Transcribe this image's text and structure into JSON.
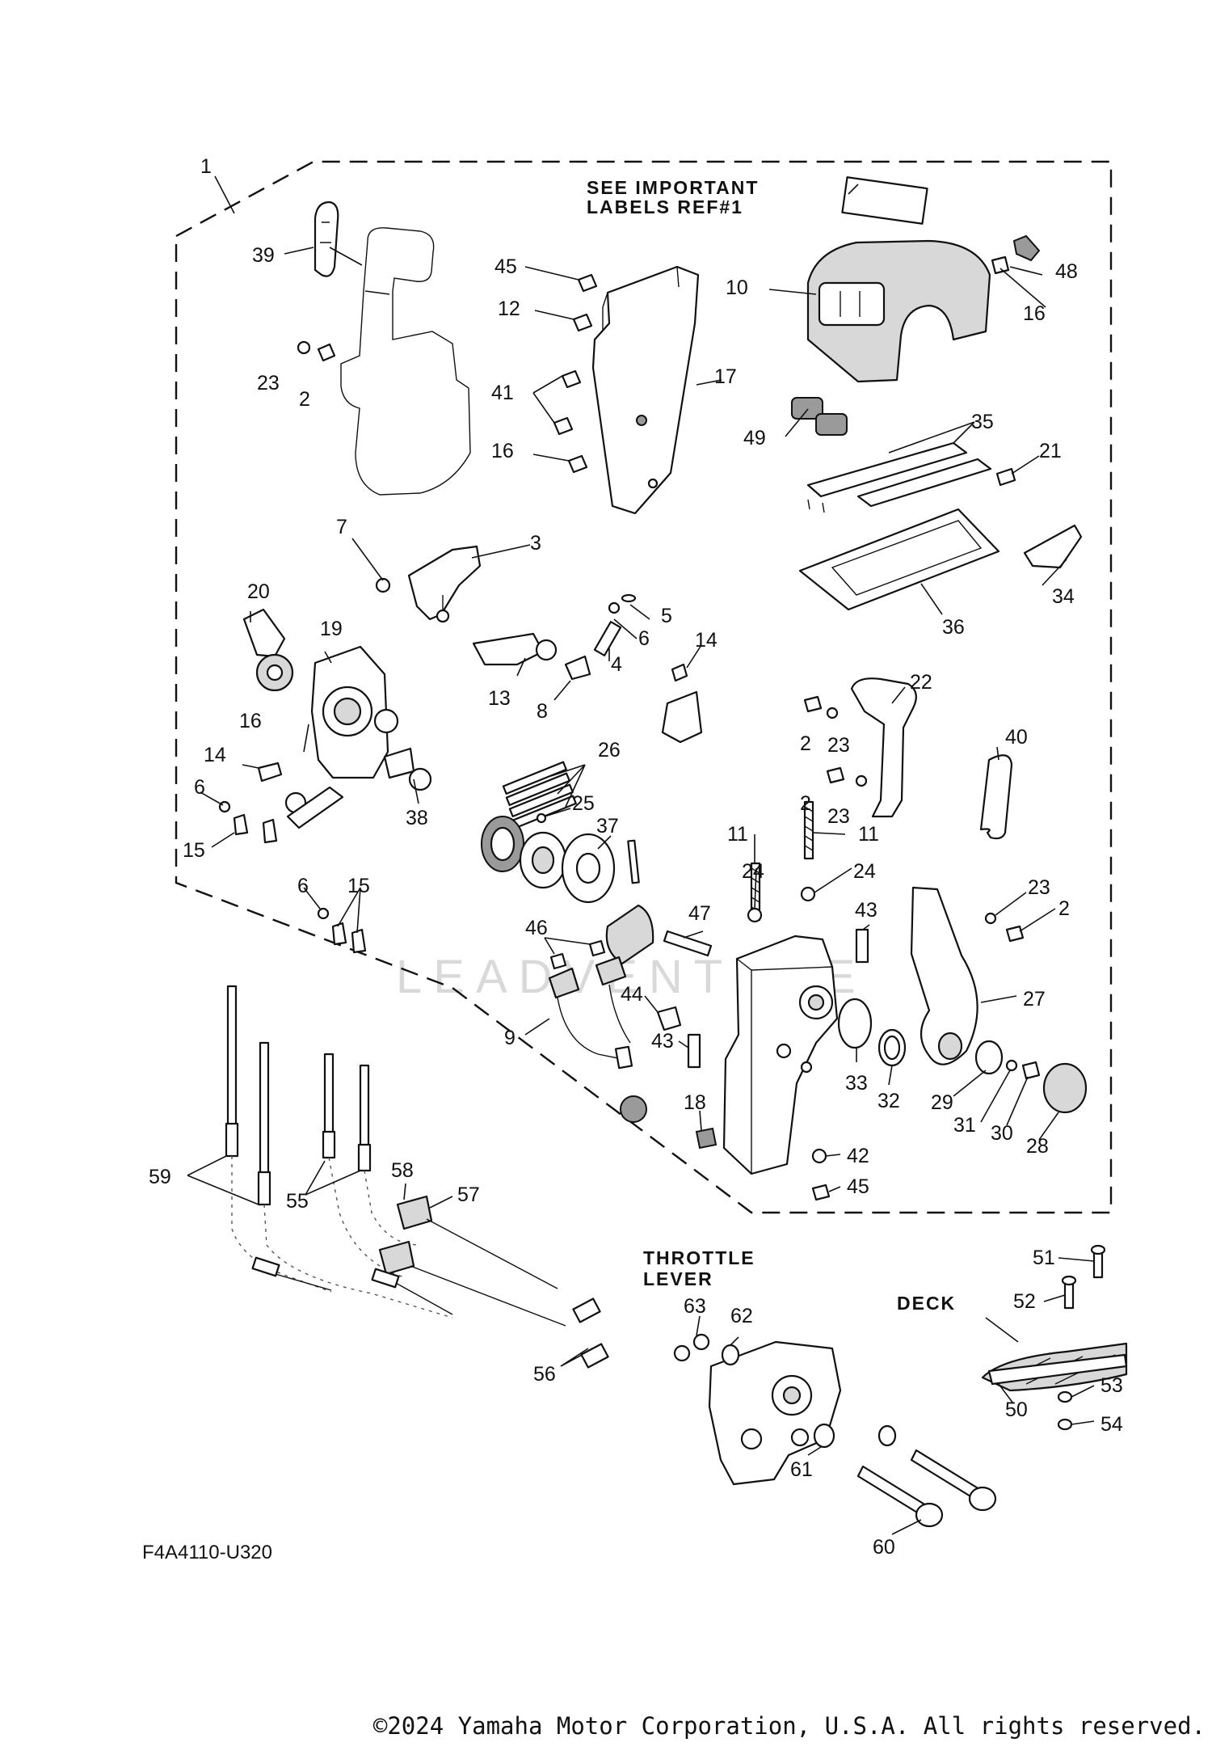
{
  "diagram": {
    "figure_code": "F4A4110-U320",
    "copyright": "©2024 Yamaha Motor Corporation, U.S.A. All rights reserved.",
    "watermark": "LEADVENTURE",
    "annotations": {
      "see_important_line1": "SEE IMPORTANT",
      "see_important_line2": "LABELS REF#1",
      "throttle_line1": "THROTTLE",
      "throttle_line2": "LEVER",
      "deck": "DECK"
    },
    "callouts": [
      "1",
      "39",
      "45",
      "12",
      "41",
      "16",
      "17",
      "10",
      "16",
      "48",
      "23",
      "2",
      "49",
      "35",
      "21",
      "7",
      "3",
      "34",
      "36",
      "20",
      "19",
      "5",
      "6",
      "4",
      "14",
      "13",
      "8",
      "22",
      "16",
      "2",
      "23",
      "40",
      "14",
      "26",
      "6",
      "25",
      "38",
      "2",
      "23",
      "15",
      "37",
      "11",
      "11",
      "24",
      "24",
      "23",
      "6",
      "15",
      "47",
      "43",
      "2",
      "46",
      "27",
      "44",
      "9",
      "43",
      "33",
      "32",
      "29",
      "31",
      "30",
      "28",
      "18",
      "42",
      "45",
      "59",
      "58",
      "57",
      "55",
      "51",
      "52",
      "53",
      "54",
      "50",
      "56",
      "63",
      "62",
      "61",
      "60"
    ]
  }
}
